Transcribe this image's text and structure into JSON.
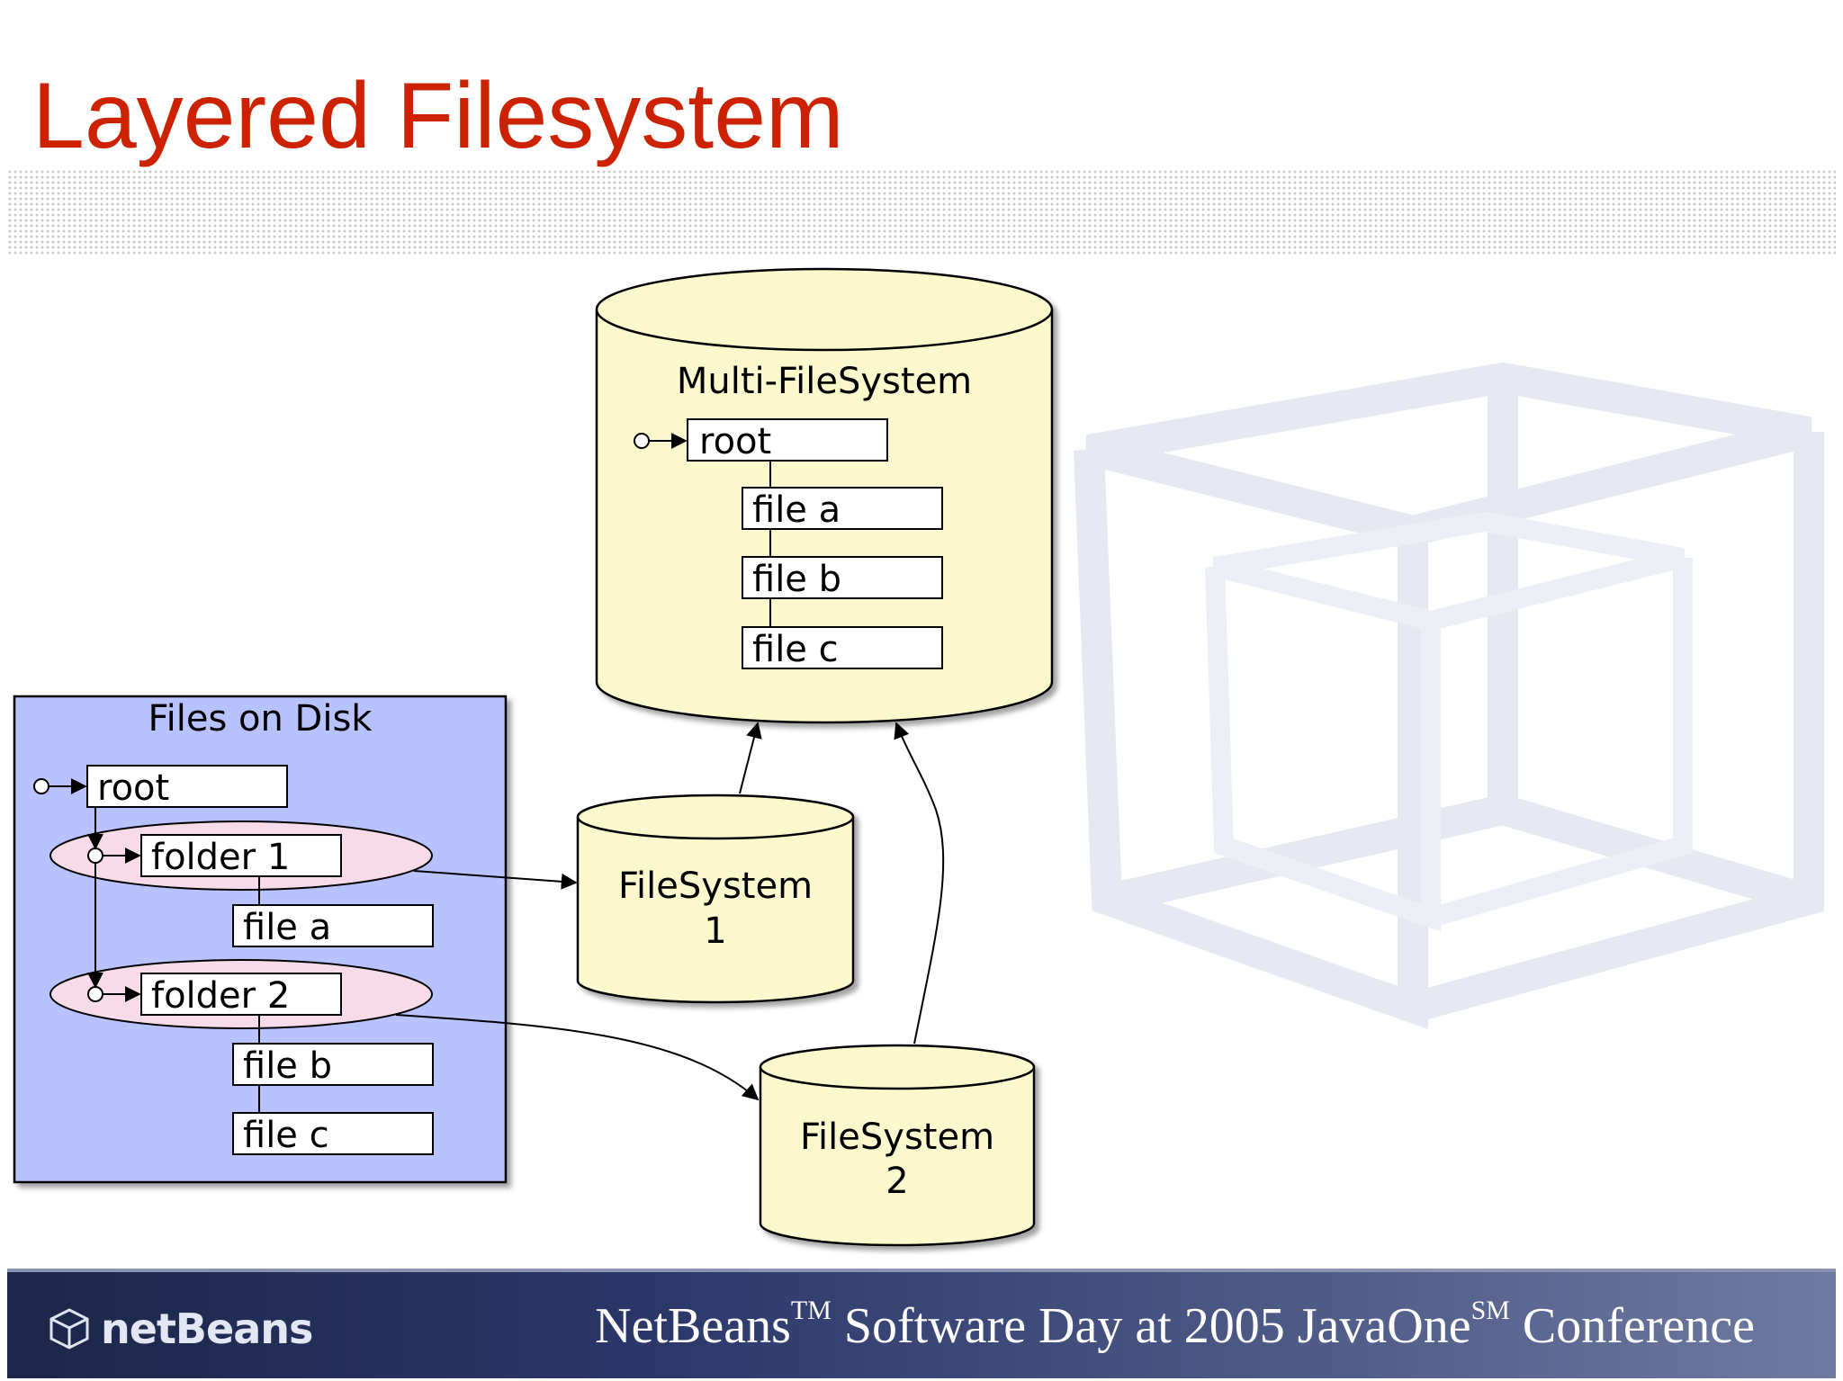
{
  "slide": {
    "title": "Layered Filesystem"
  },
  "diagram": {
    "multi_fs": {
      "label": "Multi-FileSystem",
      "root": "root",
      "files": [
        "file a",
        "file b",
        "file c"
      ]
    },
    "disk": {
      "label": "Files on Disk",
      "root": "root",
      "folder1": "folder 1",
      "folder1_file": "file a",
      "folder2": "folder 2",
      "folder2_files": [
        "file b",
        "file c"
      ]
    },
    "fs1": {
      "line1": "FileSystem",
      "line2": "1"
    },
    "fs2": {
      "line1": "FileSystem",
      "line2": "2"
    },
    "colors": {
      "cylinder_fill": "#fbf8cd",
      "disk_panel_fill": "#b8c2ff",
      "folder_ellipse_fill": "#f7dbe8",
      "title_red": "#cc2200"
    }
  },
  "footer": {
    "logo_text": "netBeans",
    "logo_icon": "netbeans-cube-icon",
    "event_prefix": "NetBeans",
    "tm": "TM",
    "event_middle": " Software Day at 2005 JavaOne",
    "sm": "SM",
    "event_suffix": " Conference"
  }
}
